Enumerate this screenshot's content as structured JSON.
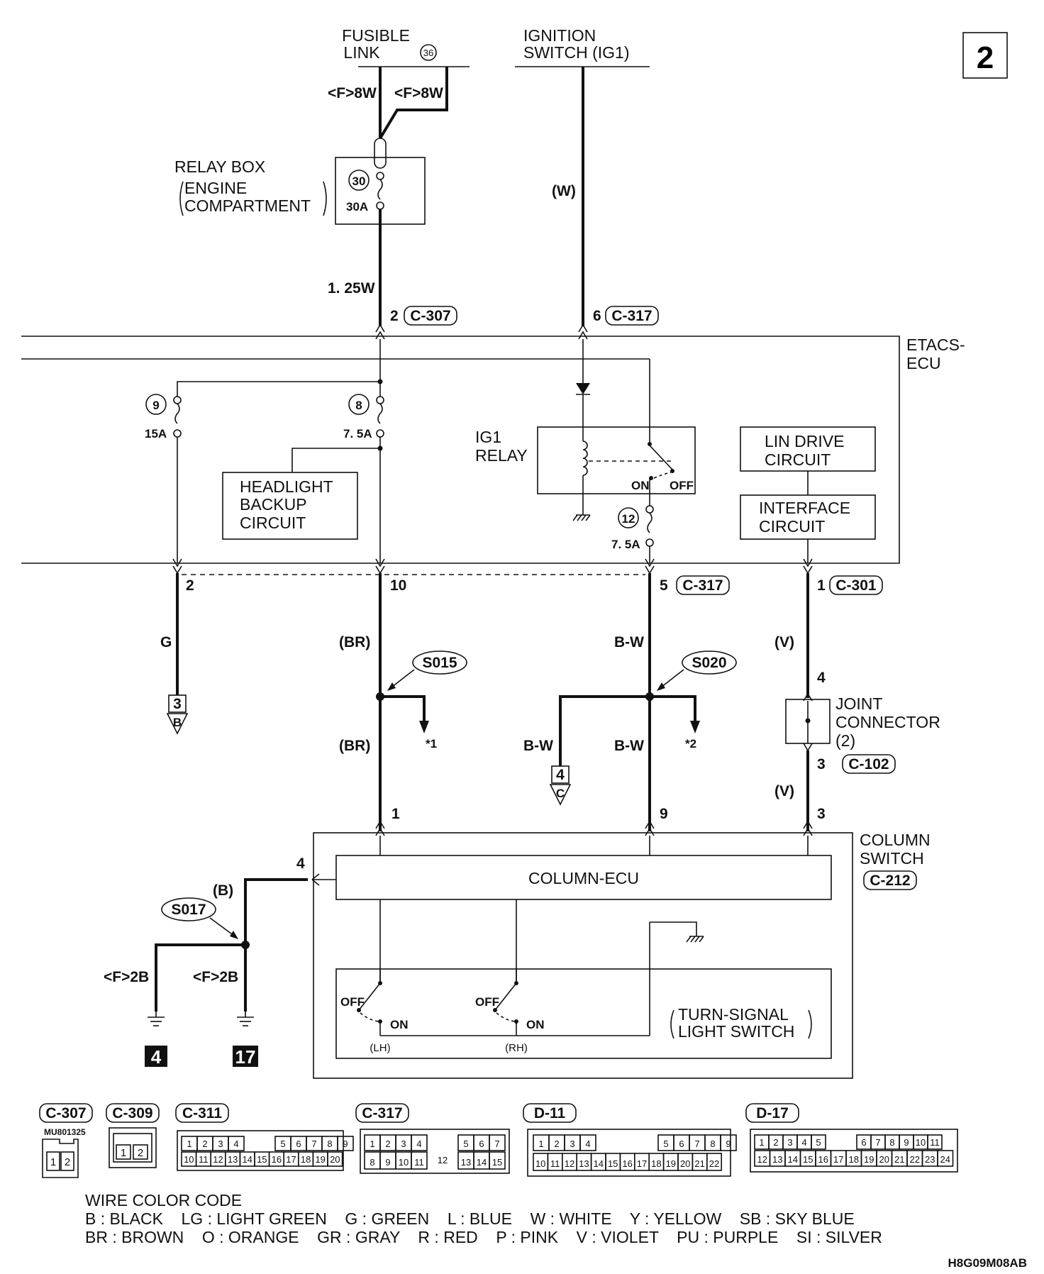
{
  "page_number": "2",
  "sources": {
    "fusible_link": "FUSIBLE",
    "fusible_link_2": "LINK",
    "fusible_link_num": "36",
    "ignition_switch": "IGNITION",
    "ignition_switch_2": "SWITCH (IG1)"
  },
  "wires": {
    "f8w_left": "<F>8W",
    "f8w_right": "<F>8W",
    "w_ign": "(W)",
    "w_125w": "1. 25W",
    "w_g": "G",
    "w_br_top": "(BR)",
    "w_br_bottom": "(BR)",
    "w_bw_top": "B-W",
    "w_bw_left": "B-W",
    "w_bw_bottom": "B-W",
    "w_v_top": "(V)",
    "w_v_bottom": "(V)",
    "w_b": "(B)",
    "f2b_left": "<F>2B",
    "f2b_right": "<F>2B"
  },
  "relay_box": {
    "title": "RELAY BOX",
    "sub1": "ENGINE",
    "sub2": "COMPARTMENT",
    "fuse_num": "30",
    "fuse_rating": "30A"
  },
  "connectors": {
    "c307_pin": "2",
    "c307": "C-307",
    "c317_pin_top": "6",
    "c317_top": "C-317",
    "c317_pin_bottom": "5",
    "c317_bottom": "C-317",
    "c301_pin": "1",
    "c301": "C-301",
    "pin_2": "2",
    "pin_10": "10",
    "c102_pin": "3",
    "c102": "C-102",
    "jc_pin_in": "4"
  },
  "etacs": {
    "title": "ETACS-",
    "title_2": "ECU",
    "fuse9_num": "9",
    "fuse9_rating": "15A",
    "fuse8_num": "8",
    "fuse8_rating": "7. 5A",
    "fuse12_num": "12",
    "fuse12_rating": "7. 5A",
    "headlight_1": "HEADLIGHT",
    "headlight_2": "BACKUP",
    "headlight_3": "CIRCUIT",
    "ig1_relay_1": "IG1",
    "ig1_relay_2": "RELAY",
    "relay_on": "ON",
    "relay_off": "OFF",
    "lin_1": "LIN DRIVE",
    "lin_2": "CIRCUIT",
    "iface_1": "INTERFACE",
    "iface_2": "CIRCUIT"
  },
  "splices": {
    "s015": "S015",
    "s020": "S020",
    "s017": "S017",
    "ref1": "*1",
    "ref2": "*2"
  },
  "grounds": {
    "b_num": "3",
    "b_letter": "B",
    "c_num": "4",
    "c_letter": "C",
    "g4": "4",
    "g17": "17"
  },
  "joint_connector": {
    "line1": "JOINT",
    "line2": "CONNECTOR",
    "line3": "(2)"
  },
  "column_switch": {
    "title1": "COLUMN",
    "title2": "SWITCH",
    "conn": "C-212",
    "ecu": "COLUMN-ECU",
    "pin_1": "1",
    "pin_9": "9",
    "pin_3": "3",
    "pin_4": "4",
    "off_lh": "OFF",
    "on_lh": "ON",
    "lh": "(LH)",
    "off_rh": "OFF",
    "on_rh": "ON",
    "rh": "(RH)",
    "tsw1": "TURN-SIGNAL",
    "tsw2": "LIGHT SWITCH"
  },
  "connector_faces": {
    "c307": "C-307",
    "c307_part": "MU801325",
    "c307_pins": [
      "1",
      "2"
    ],
    "c309": "C-309",
    "c309_pins": [
      "1",
      "2"
    ],
    "c311": "C-311",
    "c311_row1": [
      "1",
      "2",
      "3",
      "4",
      "5",
      "6",
      "7",
      "8",
      "9"
    ],
    "c311_row2": [
      "10",
      "11",
      "12",
      "13",
      "14",
      "15",
      "16",
      "17",
      "18",
      "19",
      "20"
    ],
    "c317": "C-317",
    "c317_row1": [
      "1",
      "2",
      "3",
      "4",
      "5",
      "6",
      "7"
    ],
    "c317_mid": "12",
    "c317_row2": [
      "8",
      "9",
      "10",
      "11",
      "13",
      "14",
      "15"
    ],
    "d11": "D-11",
    "d11_row1": [
      "1",
      "2",
      "3",
      "4",
      "5",
      "6",
      "7",
      "8",
      "9"
    ],
    "d11_row2": [
      "10",
      "11",
      "12",
      "13",
      "14",
      "15",
      "16",
      "17",
      "18",
      "19",
      "20",
      "21",
      "22"
    ],
    "d17": "D-17",
    "d17_row1": [
      "1",
      "2",
      "3",
      "4",
      "5",
      "6",
      "7",
      "8",
      "9",
      "10",
      "11"
    ],
    "d17_row2": [
      "12",
      "13",
      "14",
      "15",
      "16",
      "17",
      "18",
      "19",
      "20",
      "21",
      "22",
      "23",
      "24"
    ]
  },
  "wire_color_code": {
    "title": "WIRE COLOR CODE",
    "line1": "B : BLACK    LG : LIGHT GREEN    G : GREEN    L : BLUE    W : WHITE    Y : YELLOW    SB : SKY BLUE",
    "line2": "BR : BROWN    O : ORANGE    GR : GRAY    R : RED    P : PINK    V : VIOLET    PU : PURPLE    SI : SILVER"
  },
  "figure_code": "H8G09M08AB"
}
